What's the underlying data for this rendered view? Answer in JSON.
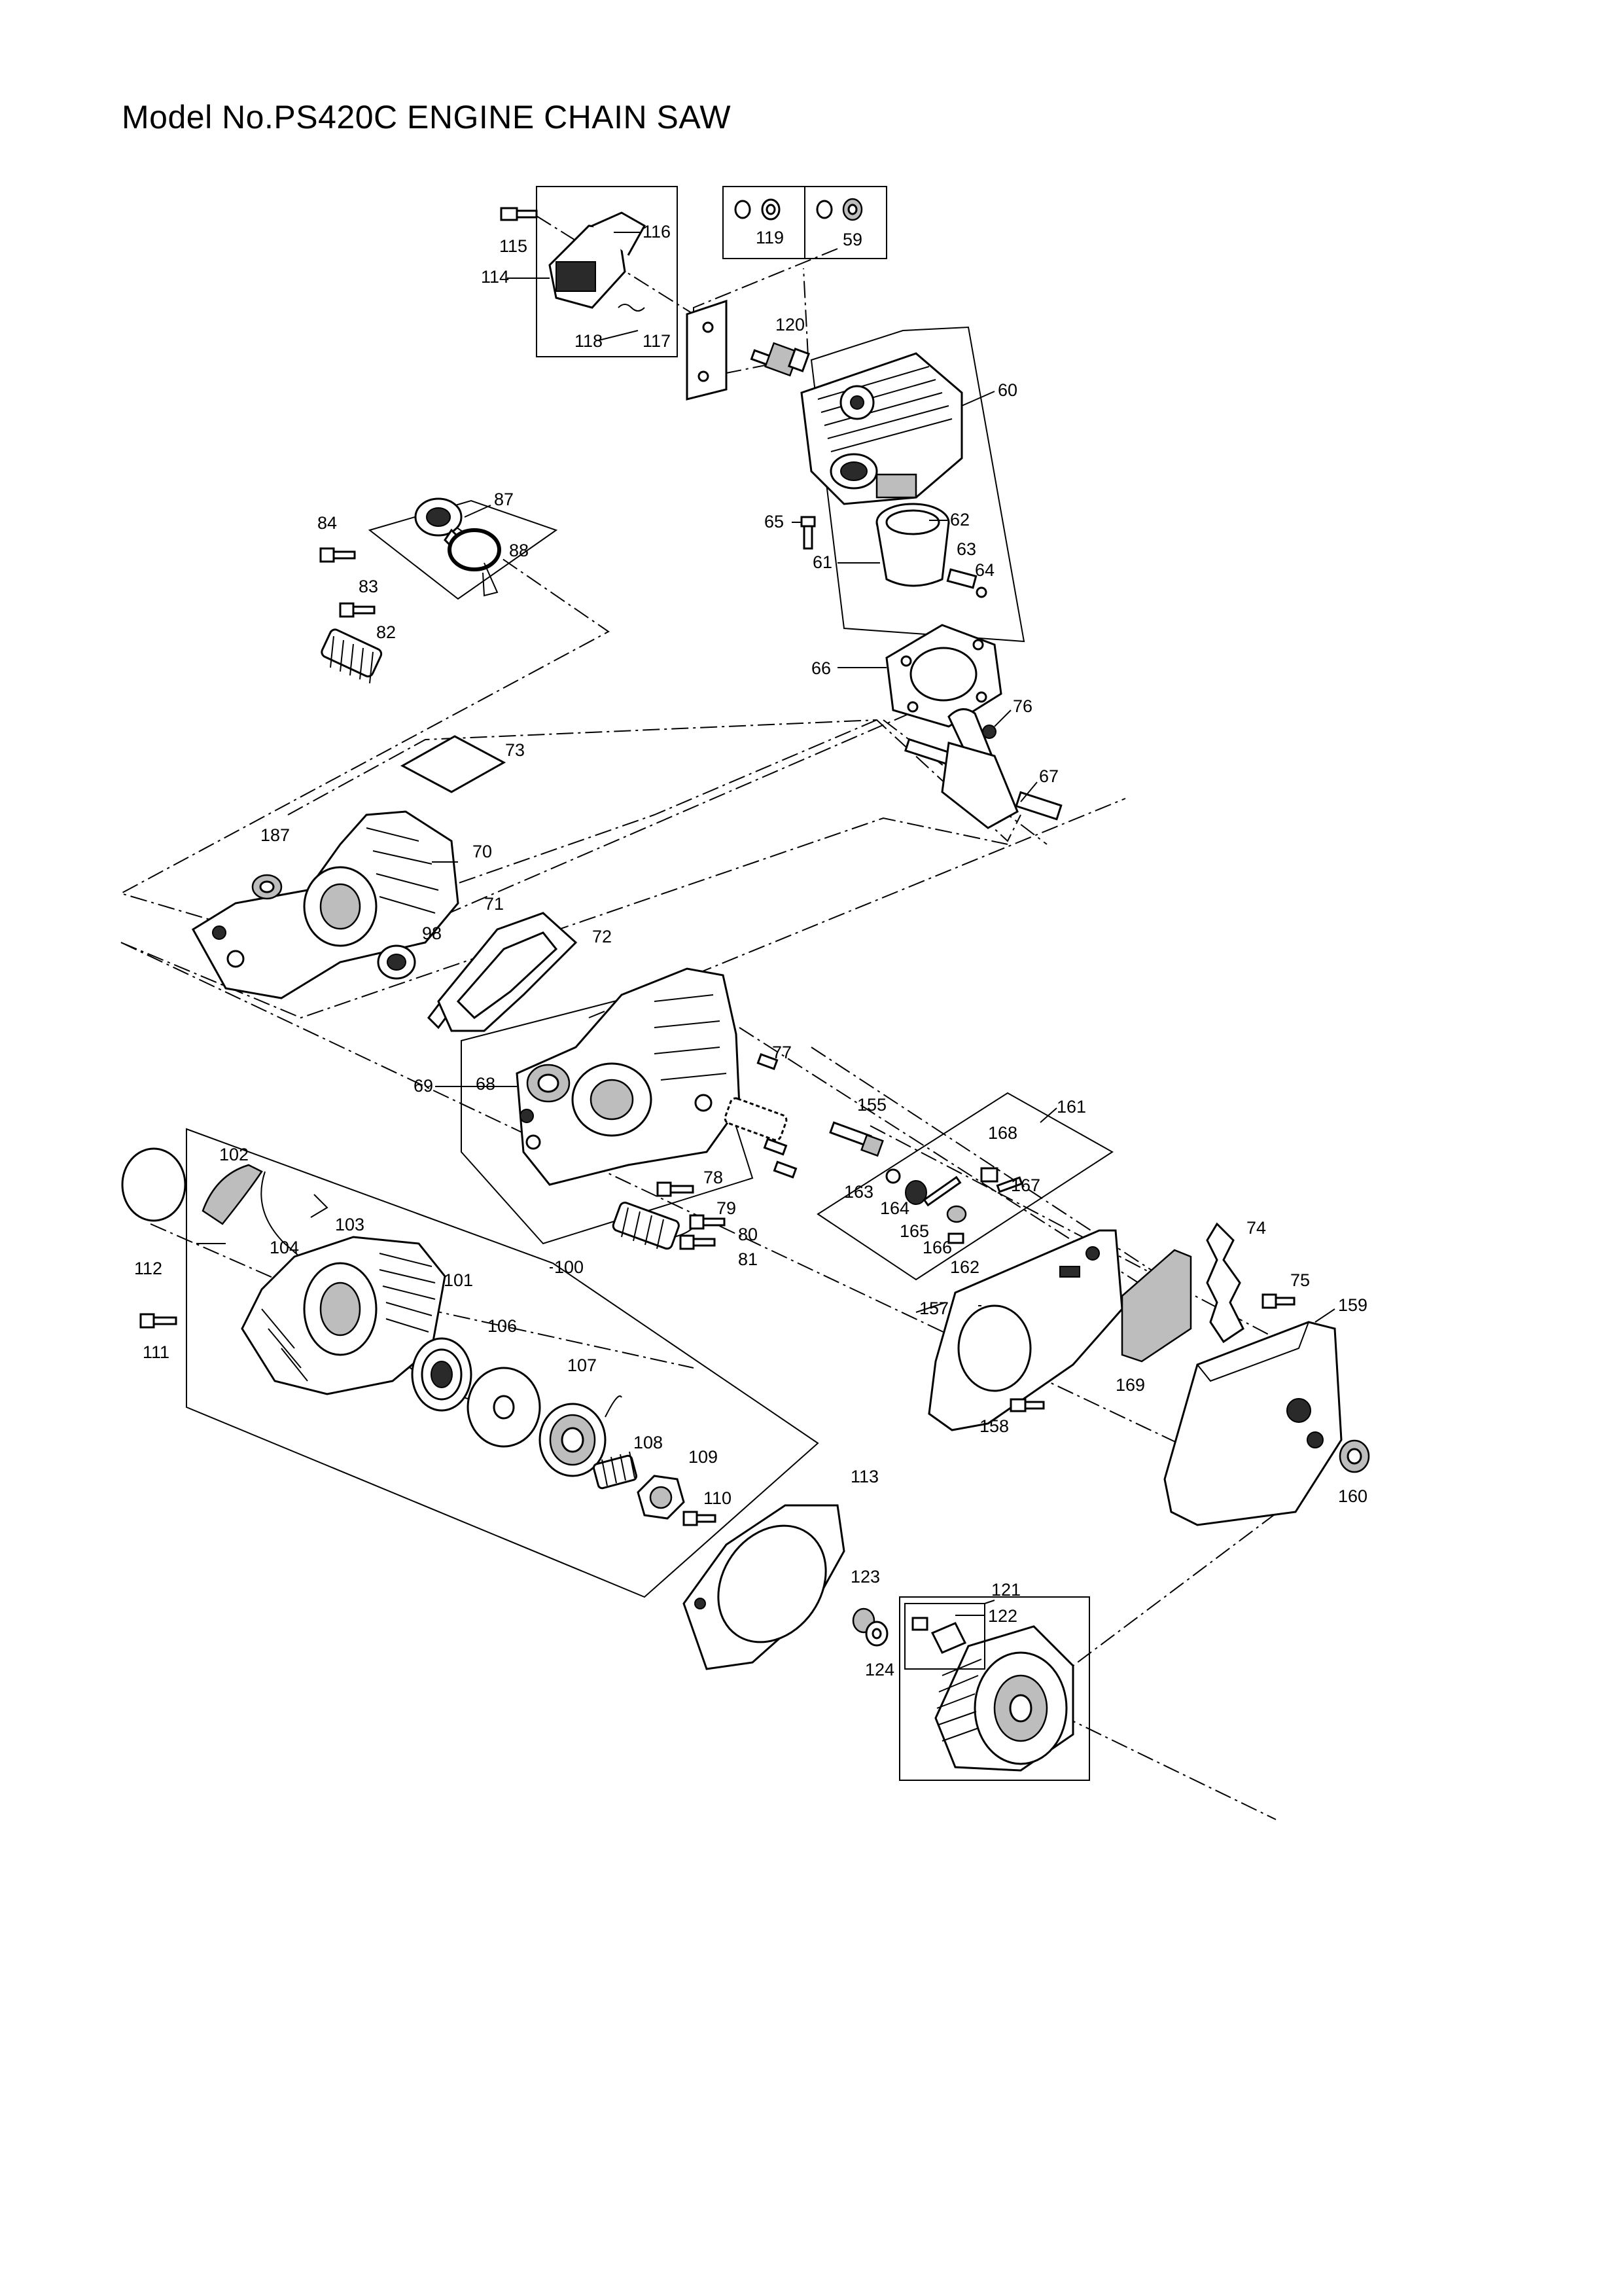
{
  "title": "Model No.PS420C ENGINE CHAIN SAW",
  "parts": [
    {
      "no": "115",
      "icon": "bolt-icon"
    },
    {
      "no": "116",
      "icon": "handle-bracket-icon"
    },
    {
      "no": "114",
      "icon": "ignition-coil-icon"
    },
    {
      "no": "117",
      "icon": "spring-clip-icon"
    },
    {
      "no": "118",
      "icon": "screw-icon"
    },
    {
      "no": "119",
      "icon": "washer-icon"
    },
    {
      "no": "59",
      "icon": "nut-icon"
    },
    {
      "no": "120",
      "icon": "spark-plug-icon"
    },
    {
      "no": "60",
      "icon": "cylinder-icon"
    },
    {
      "no": "65",
      "icon": "bolt-icon"
    },
    {
      "no": "62",
      "icon": "piston-ring-icon"
    },
    {
      "no": "61",
      "icon": "piston-icon"
    },
    {
      "no": "63",
      "icon": "piston-pin-icon"
    },
    {
      "no": "64",
      "icon": "circlip-icon"
    },
    {
      "no": "66",
      "icon": "gasket-icon"
    },
    {
      "no": "76",
      "icon": "needle-bearing-icon"
    },
    {
      "no": "67",
      "icon": "crankshaft-icon"
    },
    {
      "no": "87",
      "icon": "oil-pump-icon"
    },
    {
      "no": "88",
      "icon": "o-ring-icon"
    },
    {
      "no": "84",
      "icon": "bolt-icon"
    },
    {
      "no": "83",
      "icon": "bolt-icon"
    },
    {
      "no": "82",
      "icon": "worm-gear-icon"
    },
    {
      "no": "73",
      "icon": "gasket-icon"
    },
    {
      "no": "187",
      "icon": "oil-seal-icon"
    },
    {
      "no": "70",
      "icon": "crankcase-icon"
    },
    {
      "no": "71",
      "icon": "gasket-icon"
    },
    {
      "no": "72",
      "icon": "gasket-icon"
    },
    {
      "no": "98",
      "icon": "bearing-icon"
    },
    {
      "no": "77",
      "icon": "pin-icon"
    },
    {
      "no": "69",
      "icon": "crankcase-icon"
    },
    {
      "no": "68",
      "icon": "oil-seal-icon"
    },
    {
      "no": "155",
      "icon": "stud-bolt-icon"
    },
    {
      "no": "161",
      "icon": "chain-adjuster-icon"
    },
    {
      "no": "168",
      "icon": "plate-icon"
    },
    {
      "no": "163",
      "icon": "washer-icon"
    },
    {
      "no": "167",
      "icon": "screw-icon"
    },
    {
      "no": "164",
      "icon": "gear-icon"
    },
    {
      "no": "165",
      "icon": "screw-icon"
    },
    {
      "no": "166",
      "icon": "clip-icon"
    },
    {
      "no": "162",
      "icon": "screw-icon"
    },
    {
      "no": "78",
      "icon": "bolt-icon"
    },
    {
      "no": "79",
      "icon": "spring-icon"
    },
    {
      "no": "80",
      "icon": "bolt-icon"
    },
    {
      "no": "81",
      "icon": "bolt-icon"
    },
    {
      "no": "102",
      "icon": "starter-grip-icon"
    },
    {
      "no": "103",
      "icon": "clip-icon"
    },
    {
      "no": "104",
      "icon": "rope-icon"
    },
    {
      "no": "112",
      "icon": "label-icon"
    },
    {
      "no": "101",
      "icon": "starter-housing-icon"
    },
    {
      "no": "100",
      "icon": "starter-assembly-icon"
    },
    {
      "no": "111",
      "icon": "bolt-icon"
    },
    {
      "no": "106",
      "icon": "recoil-spring-icon"
    },
    {
      "no": "107",
      "icon": "reel-icon"
    },
    {
      "no": "108",
      "icon": "spring-icon"
    },
    {
      "no": "109",
      "icon": "ratchet-icon"
    },
    {
      "no": "110",
      "icon": "screw-icon"
    },
    {
      "no": "113",
      "icon": "air-guide-icon"
    },
    {
      "no": "74",
      "icon": "spike-icon"
    },
    {
      "no": "75",
      "icon": "bolt-icon"
    },
    {
      "no": "159",
      "icon": "sprocket-cover-icon"
    },
    {
      "no": "157",
      "icon": "guide-plate-icon"
    },
    {
      "no": "169",
      "icon": "guard-plate-icon"
    },
    {
      "no": "158",
      "icon": "bolt-icon"
    },
    {
      "no": "160",
      "icon": "nut-icon"
    },
    {
      "no": "121",
      "icon": "flywheel-icon"
    },
    {
      "no": "123",
      "icon": "nut-icon"
    },
    {
      "no": "122",
      "icon": "pawl-icon"
    },
    {
      "no": "124",
      "icon": "washer-icon"
    }
  ]
}
